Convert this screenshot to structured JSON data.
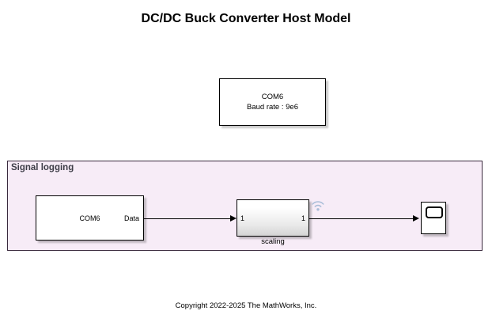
{
  "title": "DC/DC Buck Converter Host Model",
  "serial_config_block": {
    "name": "serial-configuration",
    "line1": "COM6",
    "line2": "Baud rate : 9e6"
  },
  "signal_logging_area": {
    "label": "Signal logging",
    "fill_color": "#f7ecf7",
    "border_color": "#3a2a3e"
  },
  "serial_receive_block": {
    "name": "serial-receive",
    "label": "COM6",
    "output_port_label": "Data"
  },
  "scaling_subsystem": {
    "caption": "scaling",
    "input_port_label": "1",
    "output_port_label": "1",
    "badge_icon": "wireless-signal-icon",
    "badge_color": "#a9bdd8"
  },
  "scope_block": {
    "name": "scope",
    "icon": "scope-icon"
  },
  "connections": [
    {
      "from": "serial-receive",
      "to": "scaling-subsystem"
    },
    {
      "from": "scaling-subsystem",
      "to": "scope"
    }
  ],
  "copyright": "Copyright 2022-2025 The MathWorks, Inc."
}
